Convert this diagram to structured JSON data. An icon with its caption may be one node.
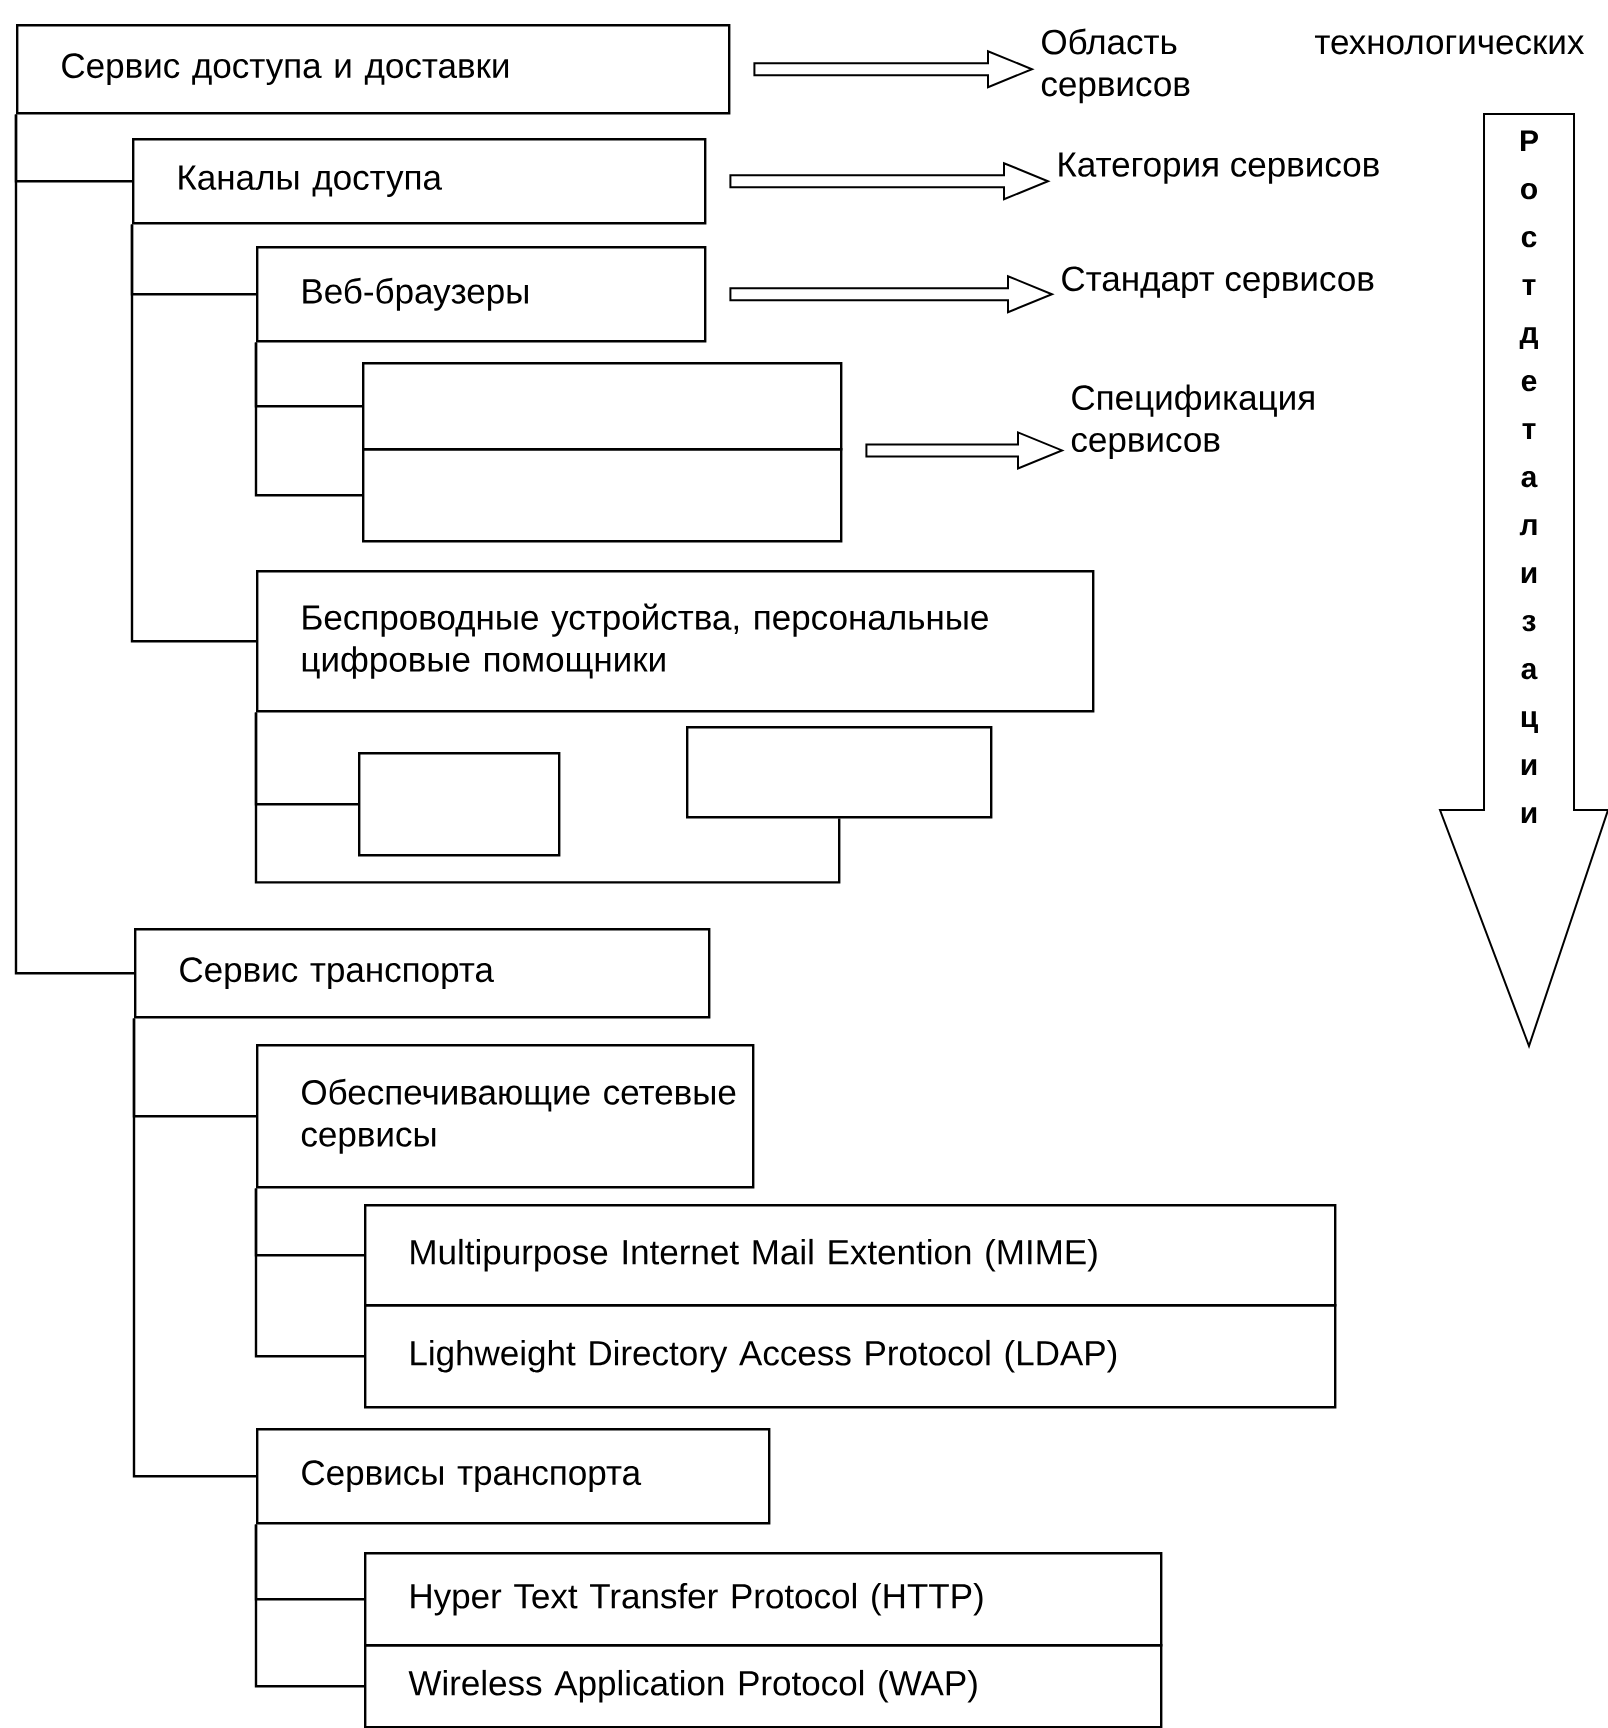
{
  "diagram": {
    "nodes": [
      {
        "text": [
          "Сервис доступа и доставки"
        ]
      },
      {
        "text": [
          "Каналы доступа"
        ]
      },
      {
        "text": [
          "Веб-браузеры"
        ]
      },
      {
        "text": [],
        "shape": "box"
      },
      {
        "text": [],
        "shape": "box"
      },
      {
        "text": [
          "Беспроводные устройства, персональные цифровые помощники"
        ]
      },
      {
        "text": [],
        "shape": "box"
      },
      {
        "text": [],
        "shape": "box"
      },
      {
        "text": [
          "Сервис транспорта"
        ]
      },
      {
        "text": [
          "Обеспечивающие сетевые сервисы"
        ]
      },
      {
        "text": [
          "Multipurpose Internet Mail Extention (MIME)"
        ]
      },
      {
        "text": [
          "Lighweight Directory Access Protocol (LDAP)"
        ]
      },
      {
        "text": [
          "Сервисы транспорта"
        ]
      },
      {
        "text": [
          "Hyper Text Transfer Protocol (HTTP)"
        ]
      },
      {
        "text": [
          "Wireless Application Protocol (WAP)"
        ]
      },
      {
        "text": [
          "Область технологических сервисов"
        ]
      },
      {
        "text": [
          "Категория сервисов"
        ]
      },
      {
        "text": [
          "Стандарт сервисов"
        ]
      },
      {
        "text": [
          "Спецификация сервисов"
        ]
      },
      {
        "text": [
          "Рост детализации"
        ]
      }
    ],
    "edges": [
      {
        "from": 0,
        "to": 1,
        "arrow": "none"
      },
      {
        "from": 0,
        "to": 8,
        "arrow": "none"
      },
      {
        "from": 1,
        "to": 2,
        "arrow": "none"
      },
      {
        "from": 1,
        "to": 5,
        "arrow": "none"
      },
      {
        "from": 2,
        "to": 3,
        "arrow": "none"
      },
      {
        "from": 2,
        "to": 4,
        "arrow": "none"
      },
      {
        "from": 5,
        "to": 6,
        "arrow": "none"
      },
      {
        "from": 5,
        "to": 7,
        "arrow": "none"
      },
      {
        "from": 8,
        "to": 9,
        "arrow": "none"
      },
      {
        "from": 8,
        "to": 12,
        "arrow": "none"
      },
      {
        "from": 9,
        "to": 10,
        "arrow": "none"
      },
      {
        "from": 9,
        "to": 11,
        "arrow": "none"
      },
      {
        "from": 12,
        "to": 13,
        "arrow": "none"
      },
      {
        "from": 12,
        "to": 14,
        "arrow": "none"
      },
      {
        "from": 0,
        "to": 15,
        "arrow": "to"
      },
      {
        "from": 1,
        "to": 16,
        "arrow": "to"
      },
      {
        "from": 2,
        "to": 17,
        "arrow": "to"
      },
      {
        "from": 3,
        "to": 18,
        "arrow": "to"
      },
      {
        "from": 4,
        "to": 18,
        "arrow": "to"
      }
    ]
  }
}
